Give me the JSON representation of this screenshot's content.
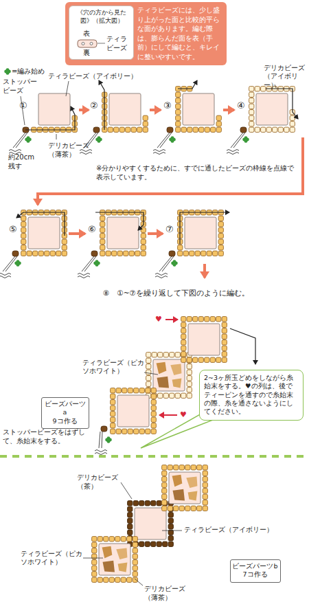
{
  "diagram": {
    "nodes": [
      {
        "text": [
          "ティラビーズには、少し盛り上がった面と比較的平らな面があります。編む際は、膨らんだ面を表（手前）にして編むと、キレイに整いやすいです。"
        ]
      },
      {
        "text": [
          "《穴の方から見た図》（拡大図）",
          "表",
          "裏",
          "ティラビーズ"
        ],
        "in": 0
      },
      {
        "text": [
          "2~3ヶ所玉どめをしながら糸始末をする。♥の列は、後でティーピンを通すので糸始末の際、糸を通さないようにしてください。"
        ]
      },
      {
        "text": [
          "ビーズパーツa",
          "9コ作る"
        ]
      },
      {
        "text": [
          "ビーズパーツb",
          "7コ作る"
        ]
      }
    ],
    "labels": [
      "ストッパービーズ",
      "ティラビーズ（アイボリー）",
      "デリカビーズ（アイボリー）",
      "約20cm残す",
      "デリカビーズ（薄茶）",
      "①",
      "②",
      "③",
      "④",
      "⑤",
      "⑥",
      "⑦",
      "※分かりやすくするために、すでに通したビーズの枠線を点線で表示しています。",
      "⑧　①~⑦を繰り返して下図のように編む。",
      "♥",
      "ティラビーズ（ピカソホワイト）",
      "♥",
      "ストッパービーズをはずして、糸始末をする。",
      "デリカビーズ（茶）",
      "ティラビーズ（ピカソホワイト）",
      "ティラビーズ（アイボリー）",
      "デリカビーズ（薄茶）"
    ],
    "legend": [
      {
        "text": "=編み始め"
      }
    ]
  }
}
